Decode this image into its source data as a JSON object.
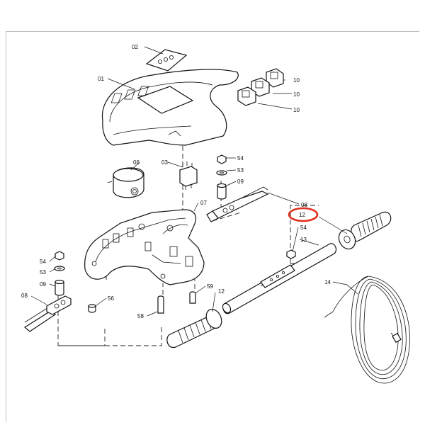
{
  "callouts": [
    {
      "id": "c-02",
      "text": "02"
    },
    {
      "id": "c-01",
      "text": "01"
    },
    {
      "id": "c-10a",
      "text": "10"
    },
    {
      "id": "c-10b",
      "text": "10"
    },
    {
      "id": "c-10c",
      "text": "10"
    },
    {
      "id": "c-06",
      "text": "06"
    },
    {
      "id": "c-03",
      "text": "03"
    },
    {
      "id": "c-54a",
      "text": "54"
    },
    {
      "id": "c-53a",
      "text": "53"
    },
    {
      "id": "c-09a",
      "text": "09"
    },
    {
      "id": "c-07",
      "text": "07"
    },
    {
      "id": "c-08a",
      "text": "08"
    },
    {
      "id": "c-12a",
      "text": "12"
    },
    {
      "id": "c-54b",
      "text": "54"
    },
    {
      "id": "c-13",
      "text": "13"
    },
    {
      "id": "c-54c",
      "text": "54"
    },
    {
      "id": "c-53b",
      "text": "53"
    },
    {
      "id": "c-09b",
      "text": "09"
    },
    {
      "id": "c-08b",
      "text": "08"
    },
    {
      "id": "c-56",
      "text": "56"
    },
    {
      "id": "c-59",
      "text": "59"
    },
    {
      "id": "c-12b",
      "text": "12"
    },
    {
      "id": "c-58",
      "text": "58"
    },
    {
      "id": "c-14",
      "text": "14"
    }
  ],
  "highlight": {
    "target": "12",
    "color": "#e0301e"
  },
  "colors": {
    "line": "#111111",
    "frame": "#bdbdbd"
  }
}
